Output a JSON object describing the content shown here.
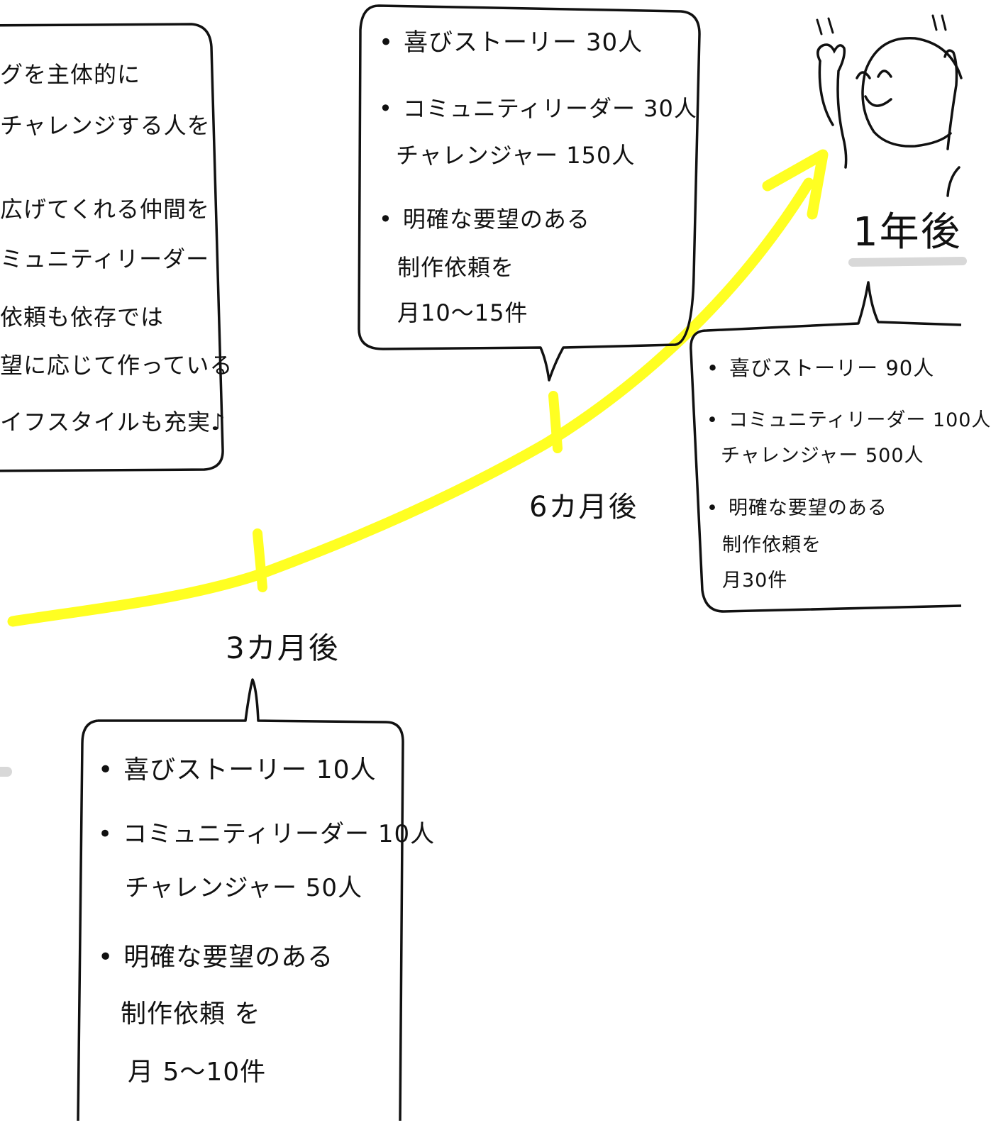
{
  "colors": {
    "arrow": "#ffff22",
    "ink": "#111111",
    "underline": "#d8d8d8",
    "background": "#ffffff"
  },
  "left_box": {
    "lines": [
      "グを主体的に",
      "チャレンジする人を",
      "広げてくれる仲間を",
      "ミュニティリーダー",
      "依頼も依存では",
      "望に応じて作っている",
      "イフスタイルも充実♪"
    ]
  },
  "labels": {
    "three_months": "3カ月後",
    "six_months": "6カ月後",
    "one_year": "1年後"
  },
  "box_3m": {
    "item1": "喜びストーリー 10人",
    "item2_line1": "コミュニティリーダー 10人",
    "item2_line2": "チャレンジャー 50人",
    "item3_line1": "明確な要望のある",
    "item3_line2": "制作依頼 を",
    "item3_line3": "月 5～10件"
  },
  "box_6m": {
    "item1": "喜びストーリー 30人",
    "item2_line1": "コミュニティリーダー 30人",
    "item2_line2": "チャレンジャー 150人",
    "item3_line1": "明確な要望のある",
    "item3_line2": "制作依頼を",
    "item3_line3": "月10～15件"
  },
  "box_1y": {
    "item1": "喜びストーリー 90人",
    "item2_line1": "コミュニティリーダー 100人",
    "item2_line2": "チャレンジャー 500人",
    "item3_line1": "明確な要望のある",
    "item3_line2": "制作依頼を",
    "item3_line3": "月30件"
  },
  "bullet_glyph": "•",
  "icons": {
    "figure": "smiling-person-icon",
    "arrow": "growth-arrow-icon"
  }
}
